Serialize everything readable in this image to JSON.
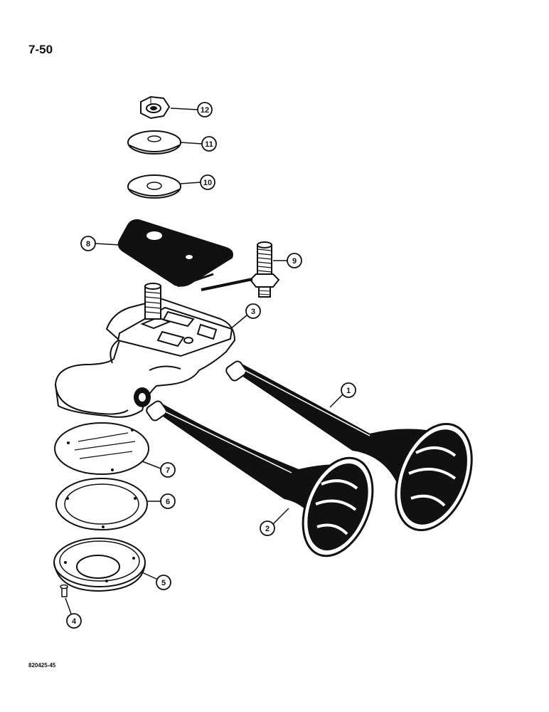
{
  "page_number": "7-50",
  "figure_code": "820425-45",
  "callouts": [
    {
      "id": "12",
      "part": "nut"
    },
    {
      "id": "11",
      "part": "washer"
    },
    {
      "id": "10",
      "part": "washer"
    },
    {
      "id": "8",
      "part": "gasket"
    },
    {
      "id": "9",
      "part": "fitting"
    },
    {
      "id": "3",
      "part": "housing"
    },
    {
      "id": "1",
      "part": "horn-trumpet-long"
    },
    {
      "id": "2",
      "part": "horn-trumpet-short"
    },
    {
      "id": "7",
      "part": "diaphragm"
    },
    {
      "id": "6",
      "part": "gasket-ring"
    },
    {
      "id": "5",
      "part": "cover"
    },
    {
      "id": "4",
      "part": "screw"
    }
  ]
}
